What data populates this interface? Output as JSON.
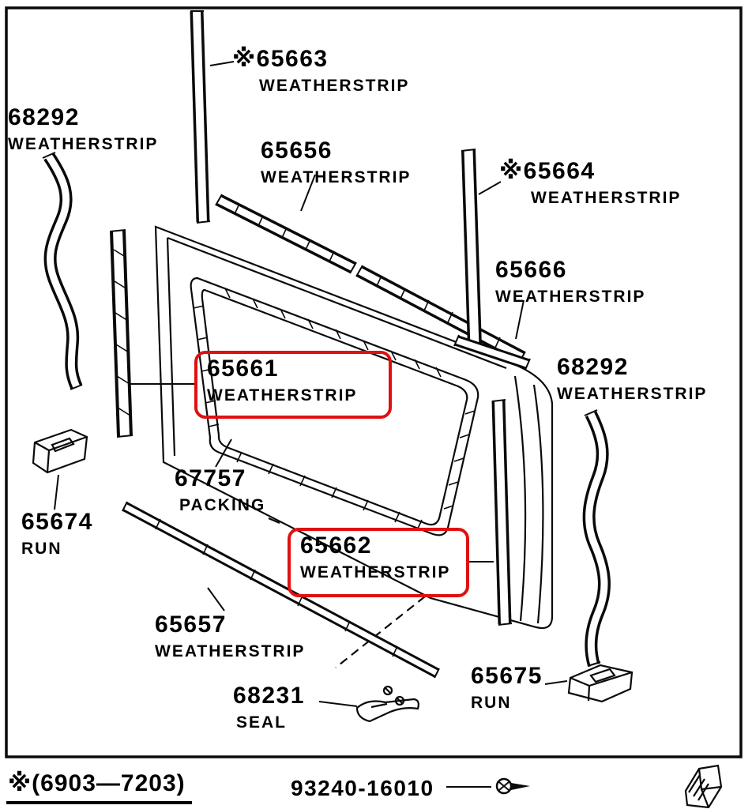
{
  "page": {
    "type": "exploded-parts-diagram",
    "subject": "Rear window / back door weatherstrip assembly"
  },
  "colors": {
    "line": "#0a0a0a",
    "background": "#ffffff",
    "highlight_box": "#e01010"
  },
  "highlighted_parts": [
    "65661",
    "65662"
  ],
  "labels": {
    "l68292a": {
      "number": "68292",
      "caption": "WEATHERSTRIP"
    },
    "l65663": {
      "number": "※65663",
      "caption": "WEATHERSTRIP"
    },
    "l65656": {
      "number": "65656",
      "caption": "WEATHERSTRIP"
    },
    "l65664": {
      "number": "※65664",
      "caption": "WEATHERSTRIP"
    },
    "l65666": {
      "number": "65666",
      "caption": "WEATHERSTRIP"
    },
    "l65661": {
      "number": "65661",
      "caption": "WEATHERSTRIP",
      "highlighted": true
    },
    "l68292b": {
      "number": "68292",
      "caption": "WEATHERSTRIP"
    },
    "l67757": {
      "number": "67757",
      "caption": "PACKING"
    },
    "l65674": {
      "number": "65674",
      "caption": "RUN"
    },
    "l65662": {
      "number": "65662",
      "caption": "WEATHERSTRIP",
      "highlighted": true
    },
    "l65657": {
      "number": "65657",
      "caption": "WEATHERSTRIP"
    },
    "l68231": {
      "number": "68231",
      "caption": "SEAL"
    },
    "l65675": {
      "number": "65675",
      "caption": "RUN"
    }
  },
  "footer": {
    "applicability_note": "※(6903—7203)",
    "part_number": "93240-16010"
  }
}
